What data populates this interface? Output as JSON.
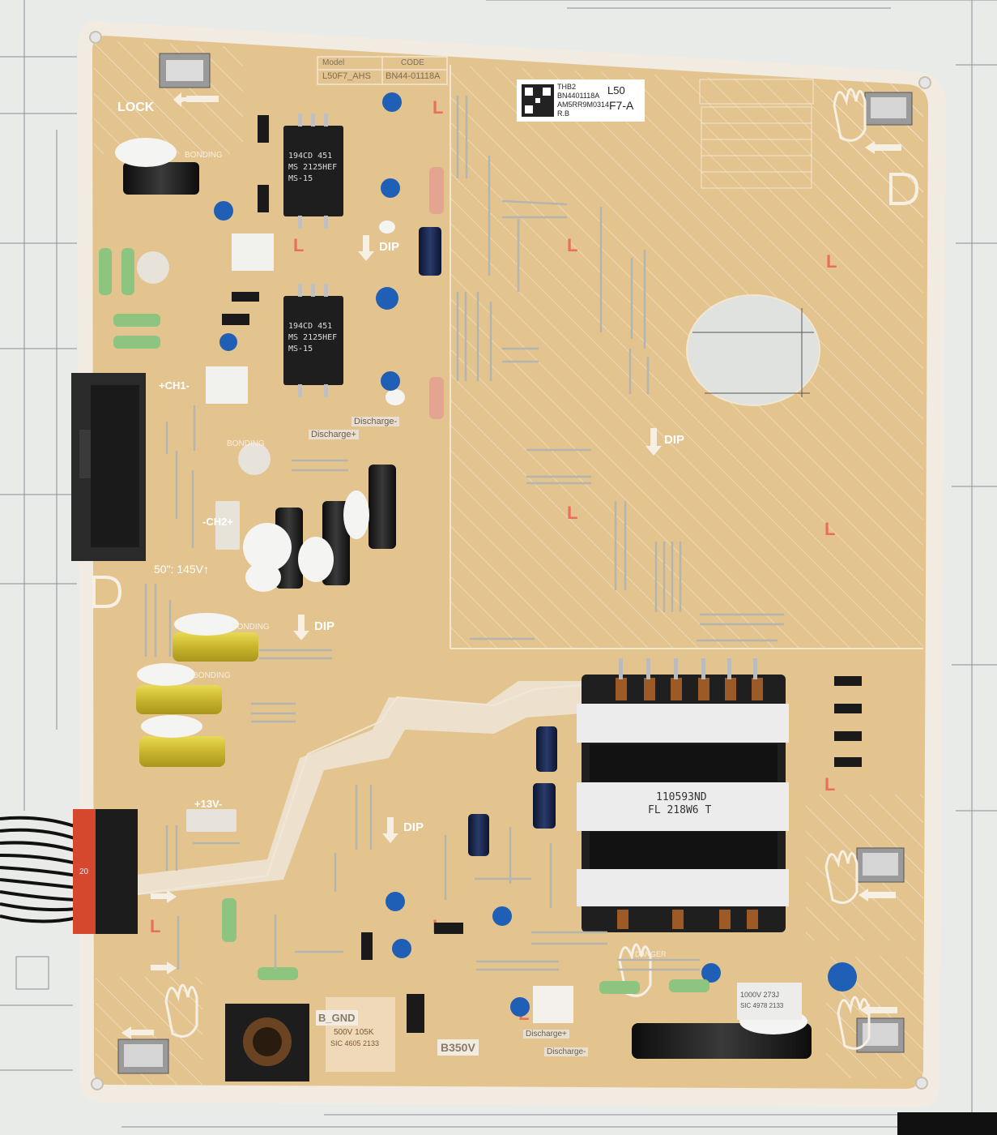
{
  "board": {
    "model_label": "Model",
    "model_value": "L50F7_AHS",
    "code_label": "CODE",
    "code_value": "BN44-01118A",
    "lock": "LOCK",
    "dip": "DIP",
    "bonding": "BONDING",
    "ch1": "+CH1-",
    "ch2": "-CH2+",
    "voltage_50": "50\": 145V↑",
    "v13": "+13V-",
    "b_gnd": "B_GND",
    "b350v": "B350V",
    "discharge_plus": "Discharge+",
    "discharge_minus": "Discharge-",
    "danger": "DANGER",
    "connector_20": "20"
  },
  "sticker": {
    "line1": "THB2",
    "line2": "BN4401118A",
    "line3": "AM5RR9M0314",
    "line4": "R.B",
    "right1": "L50",
    "right2": "F7-A"
  },
  "transformer": {
    "line1": "110593ND",
    "line2": "FL 218W6 T"
  },
  "ic_chips": {
    "line1": "194CD 451",
    "line2": "MS 2125HEF",
    "line3": "MS-15"
  },
  "film_caps": {
    "large_line1": "500V 105K",
    "large_line2": "SIC 4605 2133",
    "right_line1": "1000V 273J",
    "right_line2": "SIC 4978 2133"
  },
  "colors": {
    "pcb": "#e3c48e",
    "pcb_border": "#f1ebe1",
    "silk": "#f4ece0",
    "ic_black": "#1e1e1e",
    "cap_blue": "#1f5fb5",
    "cap_yellow": "#d9c838",
    "transformer_white": "#efefef"
  }
}
